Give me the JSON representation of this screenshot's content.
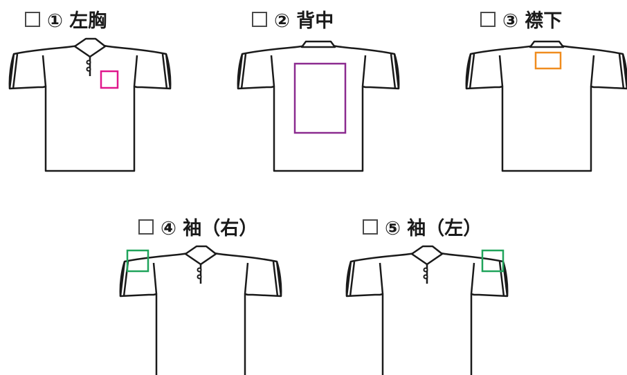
{
  "options": [
    {
      "label": "① 左胸",
      "marker_color": "#e0178c"
    },
    {
      "label": "② 背中",
      "marker_color": "#8b2a8f"
    },
    {
      "label": "③ 襟下",
      "marker_color": "#f08c1e"
    },
    {
      "label": "④ 袖（右）",
      "marker_color": "#1fa35a"
    },
    {
      "label": "⑤ 袖（左）",
      "marker_color": "#1fa35a"
    }
  ]
}
